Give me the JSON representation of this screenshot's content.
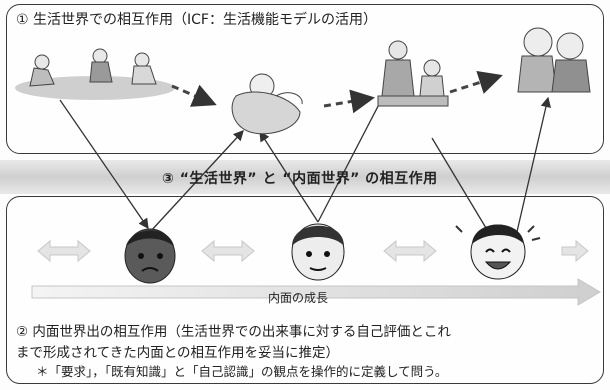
{
  "top_panel": {
    "title": "① 生活世界での相互作用（ICF：生活機能モデルの活用）"
  },
  "middle": {
    "label": "③ “生活世界” と “内面世界” の相互作用"
  },
  "bottom_panel": {
    "growth_label": "内面の成長",
    "line1": "② 内面世界出の相互作用（生活世界での出来事に対する自己評価とこれ",
    "line2": "まで形成されてきた内面との相互作用を妥当に推定）",
    "note": "＊「要求」，「既有知識」と「自己認識」の観点を操作的に定義して問う。"
  }
}
